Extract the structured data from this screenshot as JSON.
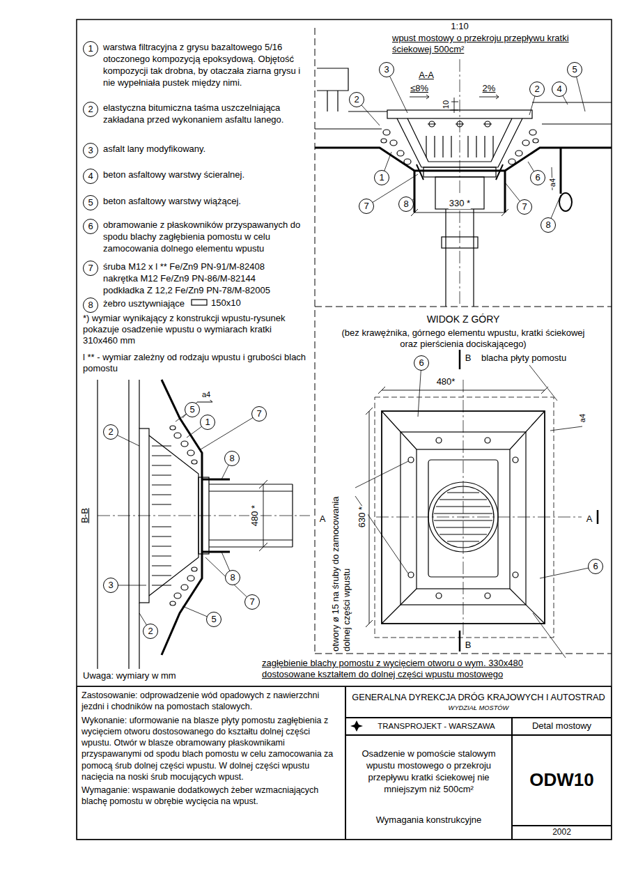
{
  "diagram": {
    "nodes": [
      {
        "text": [
          "1",
          "warstwa filtracyjna z grysu bazaltowego 5/16 otoczonego kompozycją epoksydową. Objętość kompozycji tak drobna, by otaczała ziarna grysu i nie wypełniała pustek między nimi."
        ]
      },
      {
        "text": [
          "2",
          "elastyczna bitumiczna taśma uszczelniająca zakładana przed wykonaniem asfaltu lanego."
        ]
      },
      {
        "text": [
          "3",
          "asfalt lany modyfikowany."
        ]
      },
      {
        "text": [
          "4",
          "beton asfaltowy warstwy ścieralnej."
        ]
      },
      {
        "text": [
          "5",
          "beton asfaltowy warstwy wiążącej."
        ]
      },
      {
        "text": [
          "6",
          "obramowanie z płaskowników przyspawanych do spodu blachy zagłębienia pomostu w celu zamocowania dolnego elementu wpustu"
        ]
      },
      {
        "text": [
          "7",
          "śruba M12 x l ** Fe/Zn9 PN-91/M-82408 nakrętka M12 Fe/Zn9 PN-86/M-82144 podkładka Z 12,2 Fe/Zn9 PN-78/M-82005"
        ]
      },
      {
        "text": [
          "8",
          "żebro usztywniające"
        ]
      },
      {
        "text": [
          "3"
        ]
      },
      {
        "text": [
          "5"
        ]
      },
      {
        "text": [
          "2"
        ]
      },
      {
        "text": [
          "2"
        ]
      },
      {
        "text": [
          "4"
        ]
      },
      {
        "text": [
          "1"
        ]
      },
      {
        "text": [
          "6"
        ]
      },
      {
        "text": [
          "7"
        ]
      },
      {
        "text": [
          "8"
        ]
      },
      {
        "text": [
          "7"
        ]
      },
      {
        "text": [
          "8"
        ]
      },
      {
        "text": [
          "6"
        ]
      },
      {
        "text": [
          "6"
        ]
      },
      {
        "text": [
          "5"
        ]
      },
      {
        "text": [
          "1"
        ]
      },
      {
        "text": [
          "7"
        ]
      },
      {
        "text": [
          "2"
        ]
      },
      {
        "text": [
          "8"
        ]
      },
      {
        "text": [
          "8"
        ]
      },
      {
        "text": [
          "3"
        ]
      },
      {
        "text": [
          "7"
        ]
      },
      {
        "text": [
          "5"
        ]
      },
      {
        "text": [
          "2"
        ]
      },
      {
        "text": [
          "Zastosowanie: odprowadzenie wód opadowych z nawierzchni jezdni i chodników na pomostach stalowych.",
          "Wykonanie: uformowanie na blasze płyty pomostu zagłębienia z wycięciem otworu dostosowanego do kształtu dolnej części wpustu. Otwór w blasze obramowany płaskownikami przyspawanymi od spodu blach pomostu w celu zamocowania za pomocą śrub dolnej części wpustu. W dolnej części wpustu nacięcia na noski śrub mocujących wpust.",
          "Wymaganie: wspawanie dodatkowych żeber wzmacniających blachę pomostu w obrębie wycięcia na wpust."
        ]
      },
      {
        "text": [
          "GENERALNA DYREKCJA DRÓG KRAJOWYCH I AUTOSTRAD",
          "WYDZIAŁ MOSTÓW"
        ]
      },
      {
        "text": [
          "TRANSPROJEKT - WARSZAWA"
        ]
      },
      {
        "text": [
          "Detal mostowy"
        ]
      },
      {
        "text": [
          "Osadzenie w pomoście stalowym wpustu mostowego o przekroju przepływu kratki ściekowej nie mniejszym niż 500cm²",
          "Wymagania konstrukcyjne"
        ]
      },
      {
        "text": [
          "ODW10"
        ]
      },
      {
        "text": [
          "2002"
        ]
      }
    ],
    "labels": [
      "*) wymiar wynikający z konstrukcji wpustu-rysunek pokazuje osadzenie wpustu o wymiarach kratki 310x460 mm",
      "l ** - wymiar zależny od rodzaju wpustu i grubości blach pomostu",
      "150x10",
      "1:10",
      "wpust mostowy o przekroju przepływu kratki ściekowej 500cm²",
      "A-A",
      "≤8%",
      "10",
      "2%",
      "330 *",
      "a4",
      "WIDOK Z GÓRY",
      "(bez krawężnika, górnego elementu wpustu, kratki ściekowej oraz pierścienia dociskającego)",
      "B",
      "blacha płyty pomostu",
      "480*",
      "a4",
      "630 *",
      "otwory ø 15 na śruby do zamocowania dolnej części wpustu",
      "A",
      "A",
      "B",
      "zagłębienie blachy pomostu z wycięciem otworu o wym. 330x480 dostosowane kształtem do dolnej części wpustu mostowego",
      "Uwaga: wymiary w mm",
      "B-B",
      "a4",
      "480 *"
    ]
  }
}
